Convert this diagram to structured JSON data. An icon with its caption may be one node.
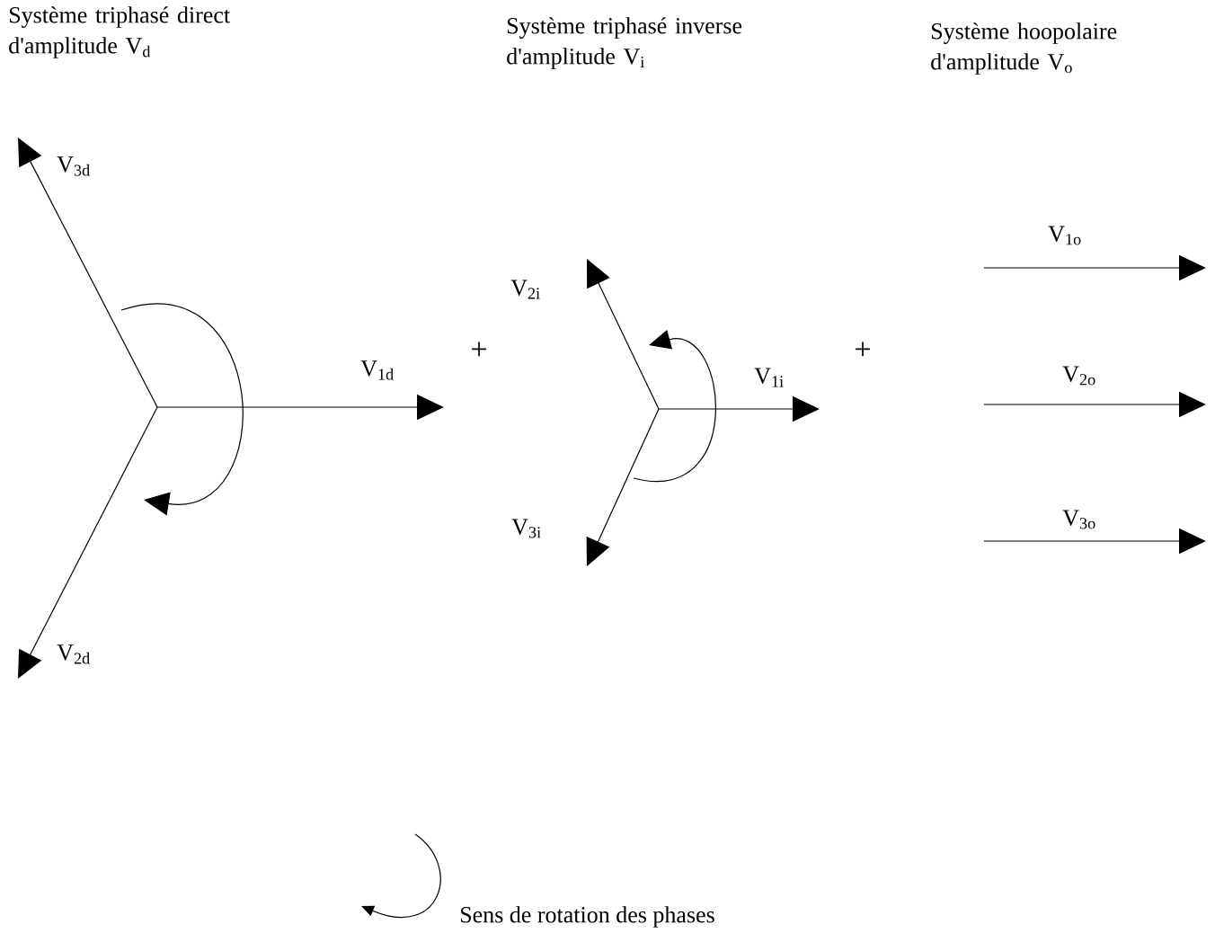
{
  "diagram": {
    "labels": [
      "Système triphasé direct d'amplitude V$_{d}$",
      "Système triphasé inverse d'amplitude V$_{i}$",
      "Système hoopolaire d'amplitude V$_{o}$",
      "V$_{3d}$",
      "V$_{1d}$",
      "V$_{2d}$",
      "+",
      "V$_{2i}$",
      "V$_{1i}$",
      "V$_{3i}$",
      "+",
      "V$_{1o}$",
      "V$_{2o}$",
      "V$_{3o}$",
      "Sens de rotation des phases"
    ]
  }
}
